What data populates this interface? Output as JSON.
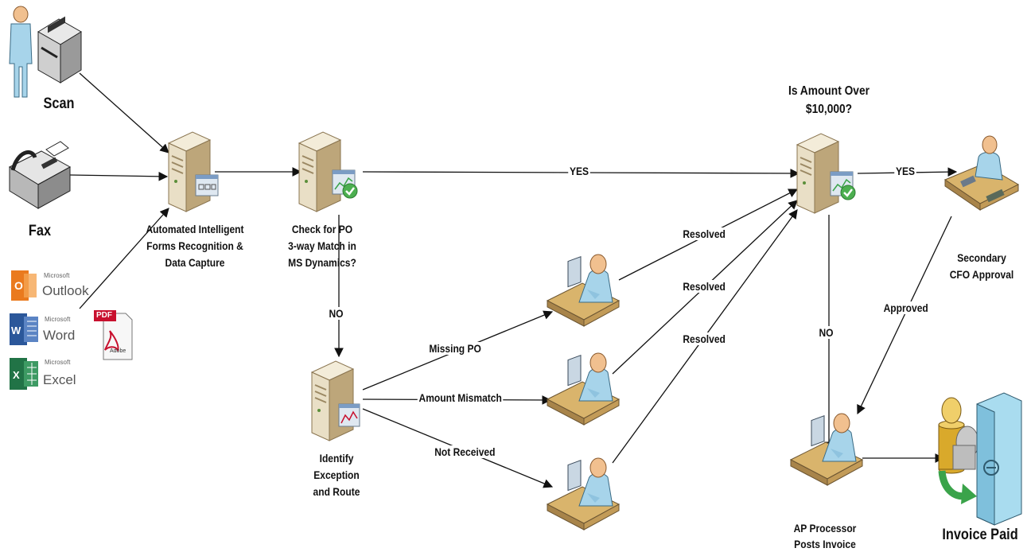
{
  "inputs": {
    "scan_label": "Scan",
    "fax_label": "Fax",
    "outlook_brand": "Microsoft",
    "outlook_label": "Outlook",
    "word_brand": "Microsoft",
    "word_label": "Word",
    "excel_brand": "Microsoft",
    "excel_label": "Excel",
    "pdf_badge": "PDF",
    "adobe_text": "Adobe"
  },
  "nodes": {
    "capture": [
      "Automated Intelligent",
      "Forms Recognition &",
      "Data Capture"
    ],
    "po_check": [
      "Check for PO",
      "3-way Match in",
      "MS Dynamics?"
    ],
    "exception": [
      "Identify",
      "Exception",
      "and Route"
    ],
    "amount_check": [
      "Is Amount Over",
      "$10,000?"
    ],
    "cfo": [
      "Secondary",
      "CFO Approval"
    ],
    "ap": [
      "AP Processor",
      "Posts Invoice"
    ],
    "paid": "Invoice Paid"
  },
  "edges": {
    "yes_1": "YES",
    "yes_2": "YES",
    "no_1": "NO",
    "no_2": "NO",
    "missing_po": "Missing PO",
    "amount_mismatch": "Amount Mismatch",
    "not_received": "Not Received",
    "resolved_1": "Resolved",
    "resolved_2": "Resolved",
    "resolved_3": "Resolved",
    "approved": "Approved"
  },
  "colors": {
    "server_body": "#e9dfc6",
    "server_shade": "#bda67a",
    "desk_top": "#d9b46c",
    "person_skin": "#f1c08f",
    "person_shirt": "#a7d4ea",
    "check_green": "#4caf50",
    "outlook": "#ea7a1e",
    "word": "#2b579a",
    "excel": "#217346",
    "pdf_red": "#c8102e",
    "arrow_green": "#3aa34a",
    "vault_blue": "#a9dcef",
    "coin_gold": "#d9a92b"
  }
}
